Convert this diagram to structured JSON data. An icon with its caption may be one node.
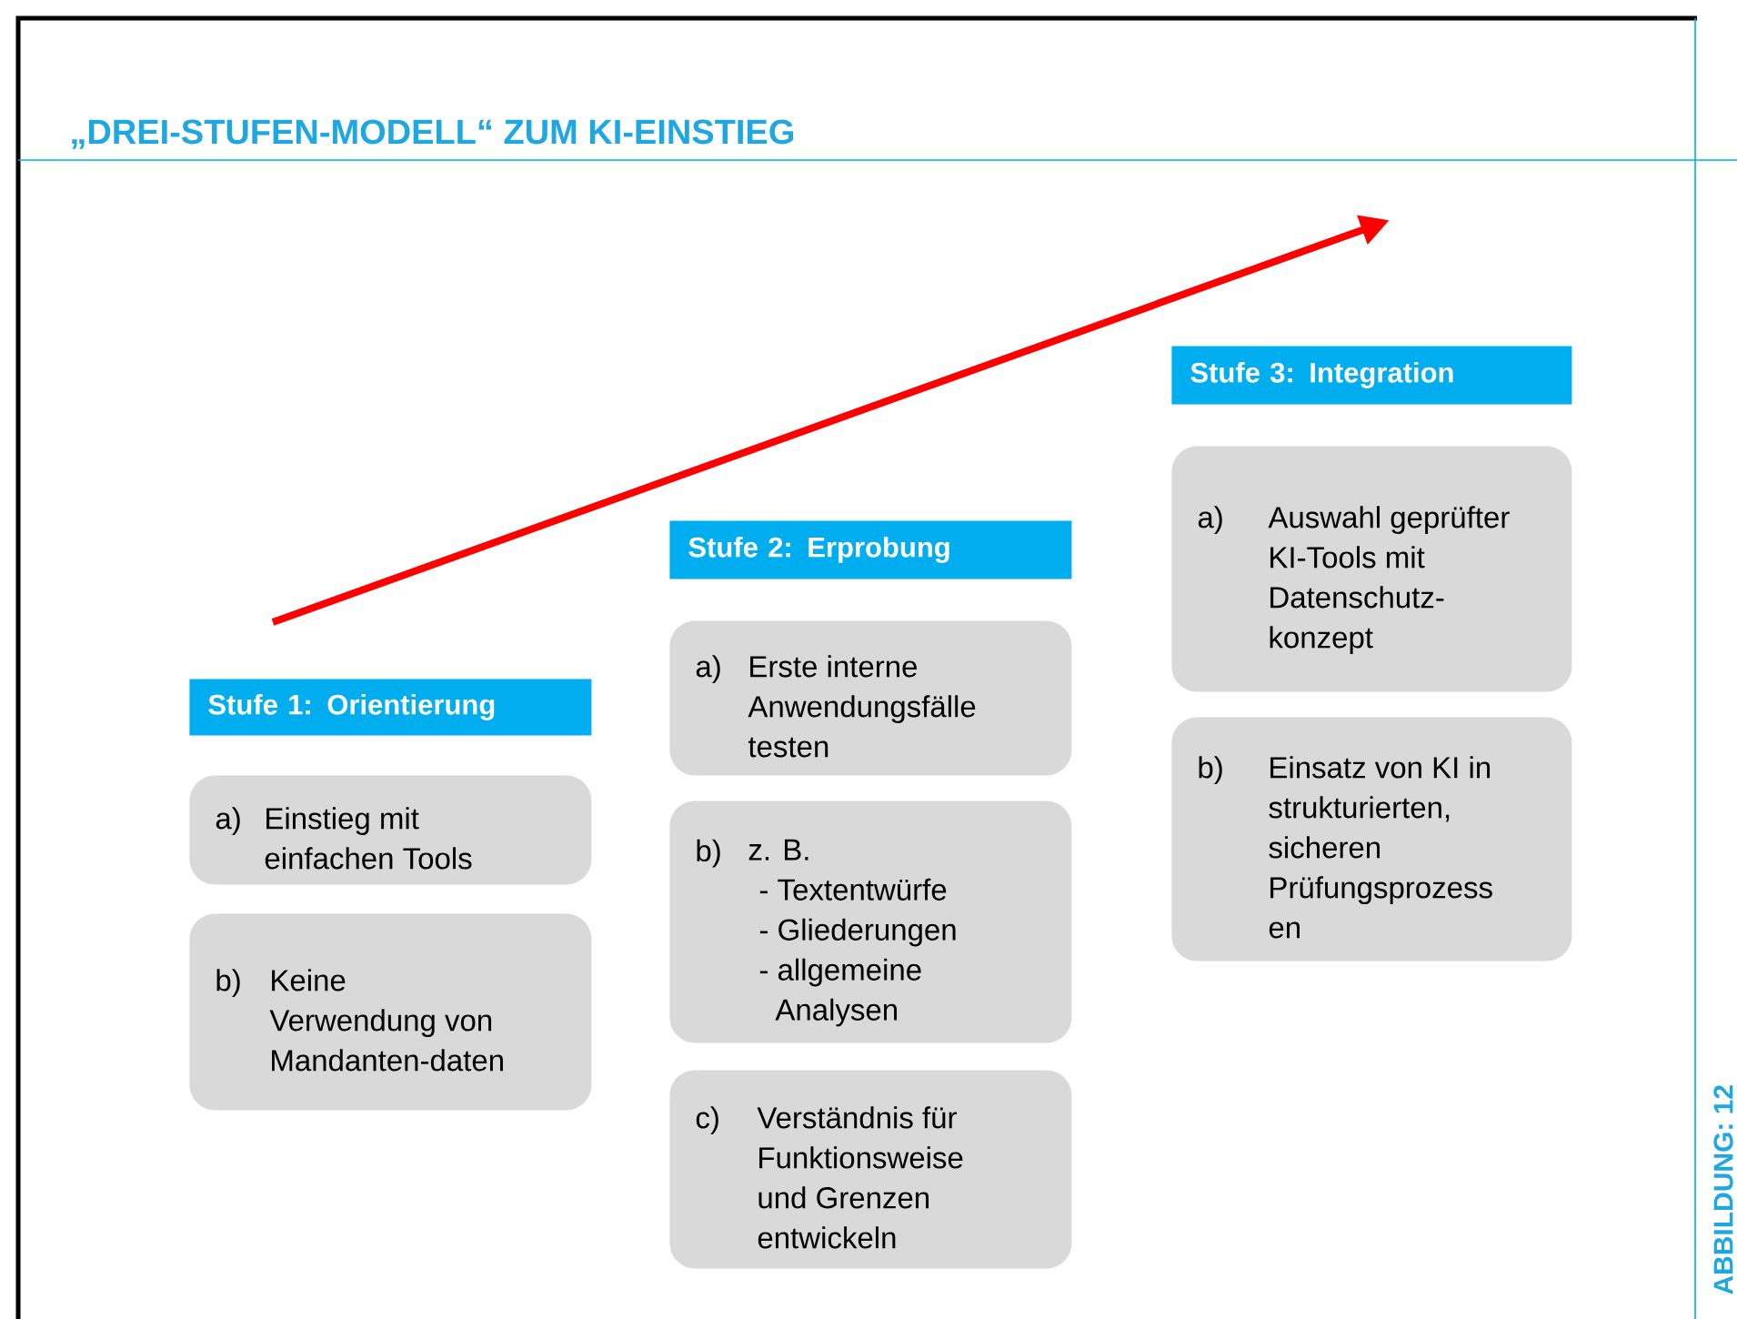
{
  "diagram": {
    "title": "„DREI-STUFEN-MODELL“ ZUM KI-EINSTIEG",
    "nodes": [
      {
        "text": [
          "Stufe 1: Orientierung"
        ]
      },
      {
        "text": [
          "a)",
          "Einstieg mit einfachen Tools"
        ]
      },
      {
        "text": [
          "b)",
          "Keine Verwendung von Mandanten-daten"
        ]
      },
      {
        "text": [
          "Stufe 2: Erprobung"
        ]
      },
      {
        "text": [
          "a)",
          "Erste interne Anwendungsfälle testen"
        ]
      },
      {
        "text": [
          "b)",
          "z. B.",
          "- Textentwürfe",
          "- Gliederungen",
          "- allgemeine Analysen"
        ]
      },
      {
        "text": [
          "c)",
          "Verständnis für Funktionsweise und Grenzen entwickeln"
        ]
      },
      {
        "text": [
          "Stufe 3: Integration"
        ]
      },
      {
        "text": [
          "a)",
          "Auswahl geprüfter KI-Tools mit Datenschutz-konzept"
        ]
      },
      {
        "text": [
          "b)",
          "Einsatz von KI in strukturierten, sicheren Prüfungsprozess en"
        ]
      }
    ],
    "labels": [
      "ABBILDUNG: 12"
    ]
  }
}
